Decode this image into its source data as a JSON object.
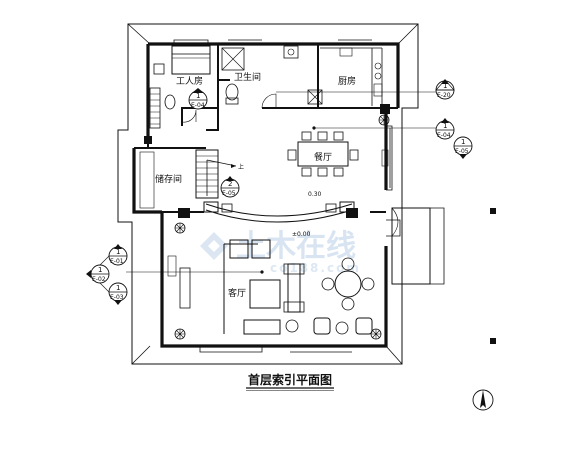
{
  "drawing": {
    "title": "首层索引平面图",
    "north_symbol": "north-arrow-icon",
    "watermark": {
      "main": "土木在线",
      "sub": "co188.com",
      "logo": "watermark-logo-icon"
    }
  },
  "rooms": {
    "servant_room": "工人房",
    "bathroom": "卫生间",
    "kitchen": "厨房",
    "dining": "餐厅",
    "storage": "储存间",
    "living": "客厅"
  },
  "levels": {
    "dining": "0.30",
    "living": "±0.00",
    "stair_up": "上"
  },
  "index_symbols": [
    {
      "id": "e-04-servant",
      "num": "1",
      "sheet": "E-04"
    },
    {
      "id": "e-20",
      "num": "1",
      "sheet": "E-20"
    },
    {
      "id": "e-04-dining",
      "num": "1",
      "sheet": "E-04"
    },
    {
      "id": "e-05-dining",
      "num": "1",
      "sheet": "E-05"
    },
    {
      "id": "e-05-stair",
      "num": "2",
      "sheet": "E-05"
    },
    {
      "id": "e-01",
      "num": "1",
      "sheet": "E-01"
    },
    {
      "id": "e-02",
      "num": "1",
      "sheet": "E-02"
    },
    {
      "id": "e-03",
      "num": "1",
      "sheet": "E-03"
    }
  ]
}
